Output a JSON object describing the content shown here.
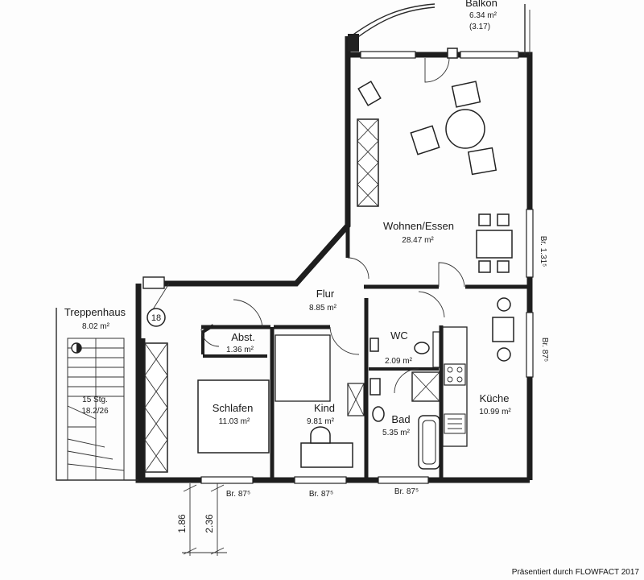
{
  "rooms": {
    "balkon": {
      "name": "Balkon",
      "area": "6.34 m²",
      "sub": "(3.17)"
    },
    "wohnen": {
      "name": "Wohnen/Essen",
      "area": "28.47 m²"
    },
    "flur": {
      "name": "Flur",
      "area": "8.85 m²"
    },
    "treppenhaus": {
      "name": "Treppenhaus",
      "area": "8.02 m²"
    },
    "abst": {
      "name": "Abst.",
      "area": "1.36 m²"
    },
    "wc": {
      "name": "WC",
      "area": "2.09 m²"
    },
    "schlafen": {
      "name": "Schlafen",
      "area": "11.03 m²"
    },
    "kind": {
      "name": "Kind",
      "area": "9.81 m²"
    },
    "bad": {
      "name": "Bad",
      "area": "5.35 m²"
    },
    "kueche": {
      "name": "Küche",
      "area": "10.99 m²"
    }
  },
  "stairs": {
    "line1": "15 Stg.",
    "line2": "18.2/26"
  },
  "unit_number": "18",
  "window_widths": {
    "wohnen_right": "Br. 1.31⁵",
    "kueche_right": "Br. 87⁵",
    "schlafen_bottom": "Br. 87⁵",
    "kind_bottom": "Br. 87⁵",
    "bad_bottom": "Br. 87⁵"
  },
  "dimensions": {
    "height_1": "1.86",
    "height_2": "2.36"
  },
  "credit": "Präsentiert durch FLOWFACT 2017"
}
